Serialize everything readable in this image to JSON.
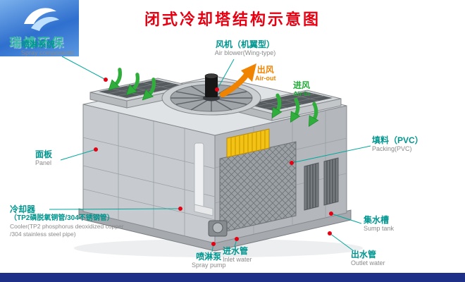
{
  "title": "闭式冷却塔结构示意图",
  "logo": {
    "text": "瑞博环保"
  },
  "labels": {
    "spray": {
      "zh": "喷淋系统",
      "en": "Spray components"
    },
    "fan": {
      "zh": "风机（机翼型）",
      "en": "Air blower(Wing-type)"
    },
    "air_out": {
      "zh": "出风",
      "en": "Air-out"
    },
    "air_in": {
      "zh": "进风",
      "en": "Air-in"
    },
    "panel": {
      "zh": "面板",
      "en": "Panel"
    },
    "packing": {
      "zh": "填料（PVC）",
      "en": "Packing(PVC)"
    },
    "cooler": {
      "zh": "冷却器",
      "zh_detail": "（TP2磷脱氧铜管/304不锈钢管）",
      "en1": "Cooler(TP2 phosphorus deoxidized copper",
      "en2": "/304 stainless steel pipe)"
    },
    "sump": {
      "zh": "集水槽",
      "en": "Sump tank"
    },
    "spray_pump": {
      "zh": "喷淋泵",
      "en": "Spray pump"
    },
    "inlet": {
      "zh": "进水管",
      "en": "Inlet water"
    },
    "outlet": {
      "zh": "出水管",
      "en": "Outlet water"
    }
  },
  "colors": {
    "title_red": "#e60012",
    "label_teal": "#00968f",
    "label_gray": "#8a8a8a",
    "air_out_orange": "#f08300",
    "air_in_green": "#22ac38",
    "callout_line": "#00a79d",
    "marker_red": "#e60012",
    "footer_blue": "#1d2f86",
    "logo_blue": "#2f6fce"
  }
}
